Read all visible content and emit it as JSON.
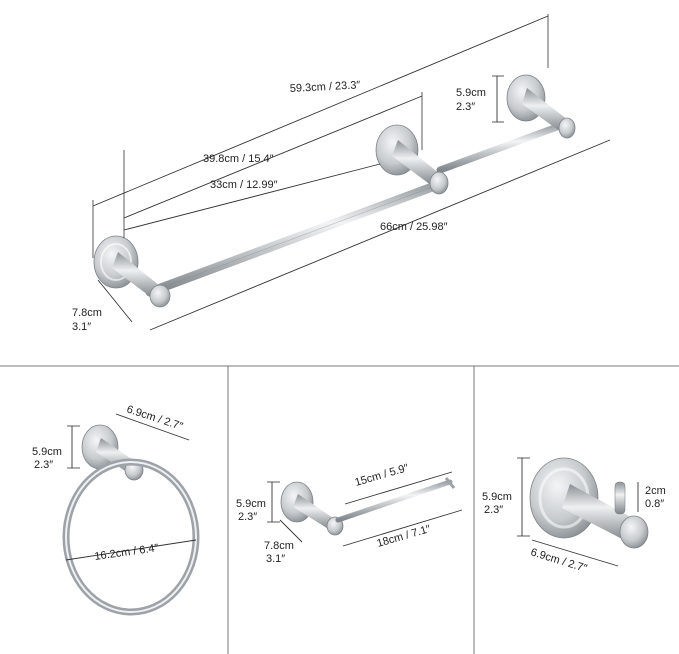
{
  "towel_bar": {
    "overall_length": "59.3cm / 23.3″",
    "long_bar_length": "66cm / 25.98″",
    "short_bar_span": "39.8cm / 15.4″",
    "short_bar_length": "33cm / 12.99″",
    "mount_height_cm": "5.9cm",
    "mount_height_in": "2.3″",
    "base_diameter_cm": "7.8cm",
    "base_diameter_in": "3.1″"
  },
  "towel_ring": {
    "base_width": "6.9cm / 2.7″",
    "mount_height_cm": "5.9cm",
    "mount_height_in": "2.3″",
    "ring_diameter": "16.2cm / 6.4″"
  },
  "paper_holder": {
    "rod_length": "15cm / 5.9″",
    "total_length": "18cm / 7.1″",
    "mount_height_cm": "5.9cm",
    "mount_height_in": "2.3″",
    "base_depth_cm": "7.8cm",
    "base_depth_in": "3.1″"
  },
  "robe_hook": {
    "mount_height_cm": "5.9cm",
    "mount_height_in": "2.3″",
    "hook_length_cm": "2cm",
    "hook_length_in": "0.8″",
    "base_width": "6.9cm / 2.7″"
  },
  "colors": {
    "steel_light": "#eef0f1",
    "steel_mid": "#b9bec2",
    "steel_dark": "#7d8388",
    "line": "#333333",
    "divider": "#777777"
  }
}
